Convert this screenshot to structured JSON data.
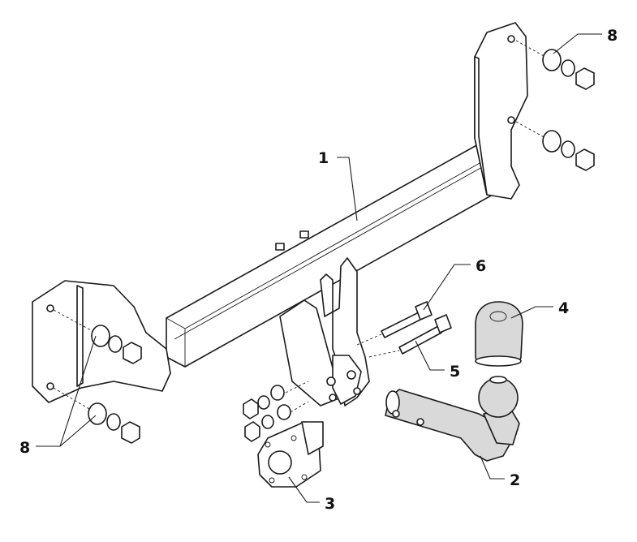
{
  "callouts": {
    "crossbar": "1",
    "ball_neck": "2",
    "electrical_plate": "3",
    "ball_cap": "4",
    "bolt_lower": "5",
    "bolt_upper": "6",
    "fasteners_right": "8",
    "fasteners_left": "8"
  },
  "colors": {
    "line": "#1a1a1a",
    "shade": "#d9d9d9",
    "background": "#ffffff"
  }
}
